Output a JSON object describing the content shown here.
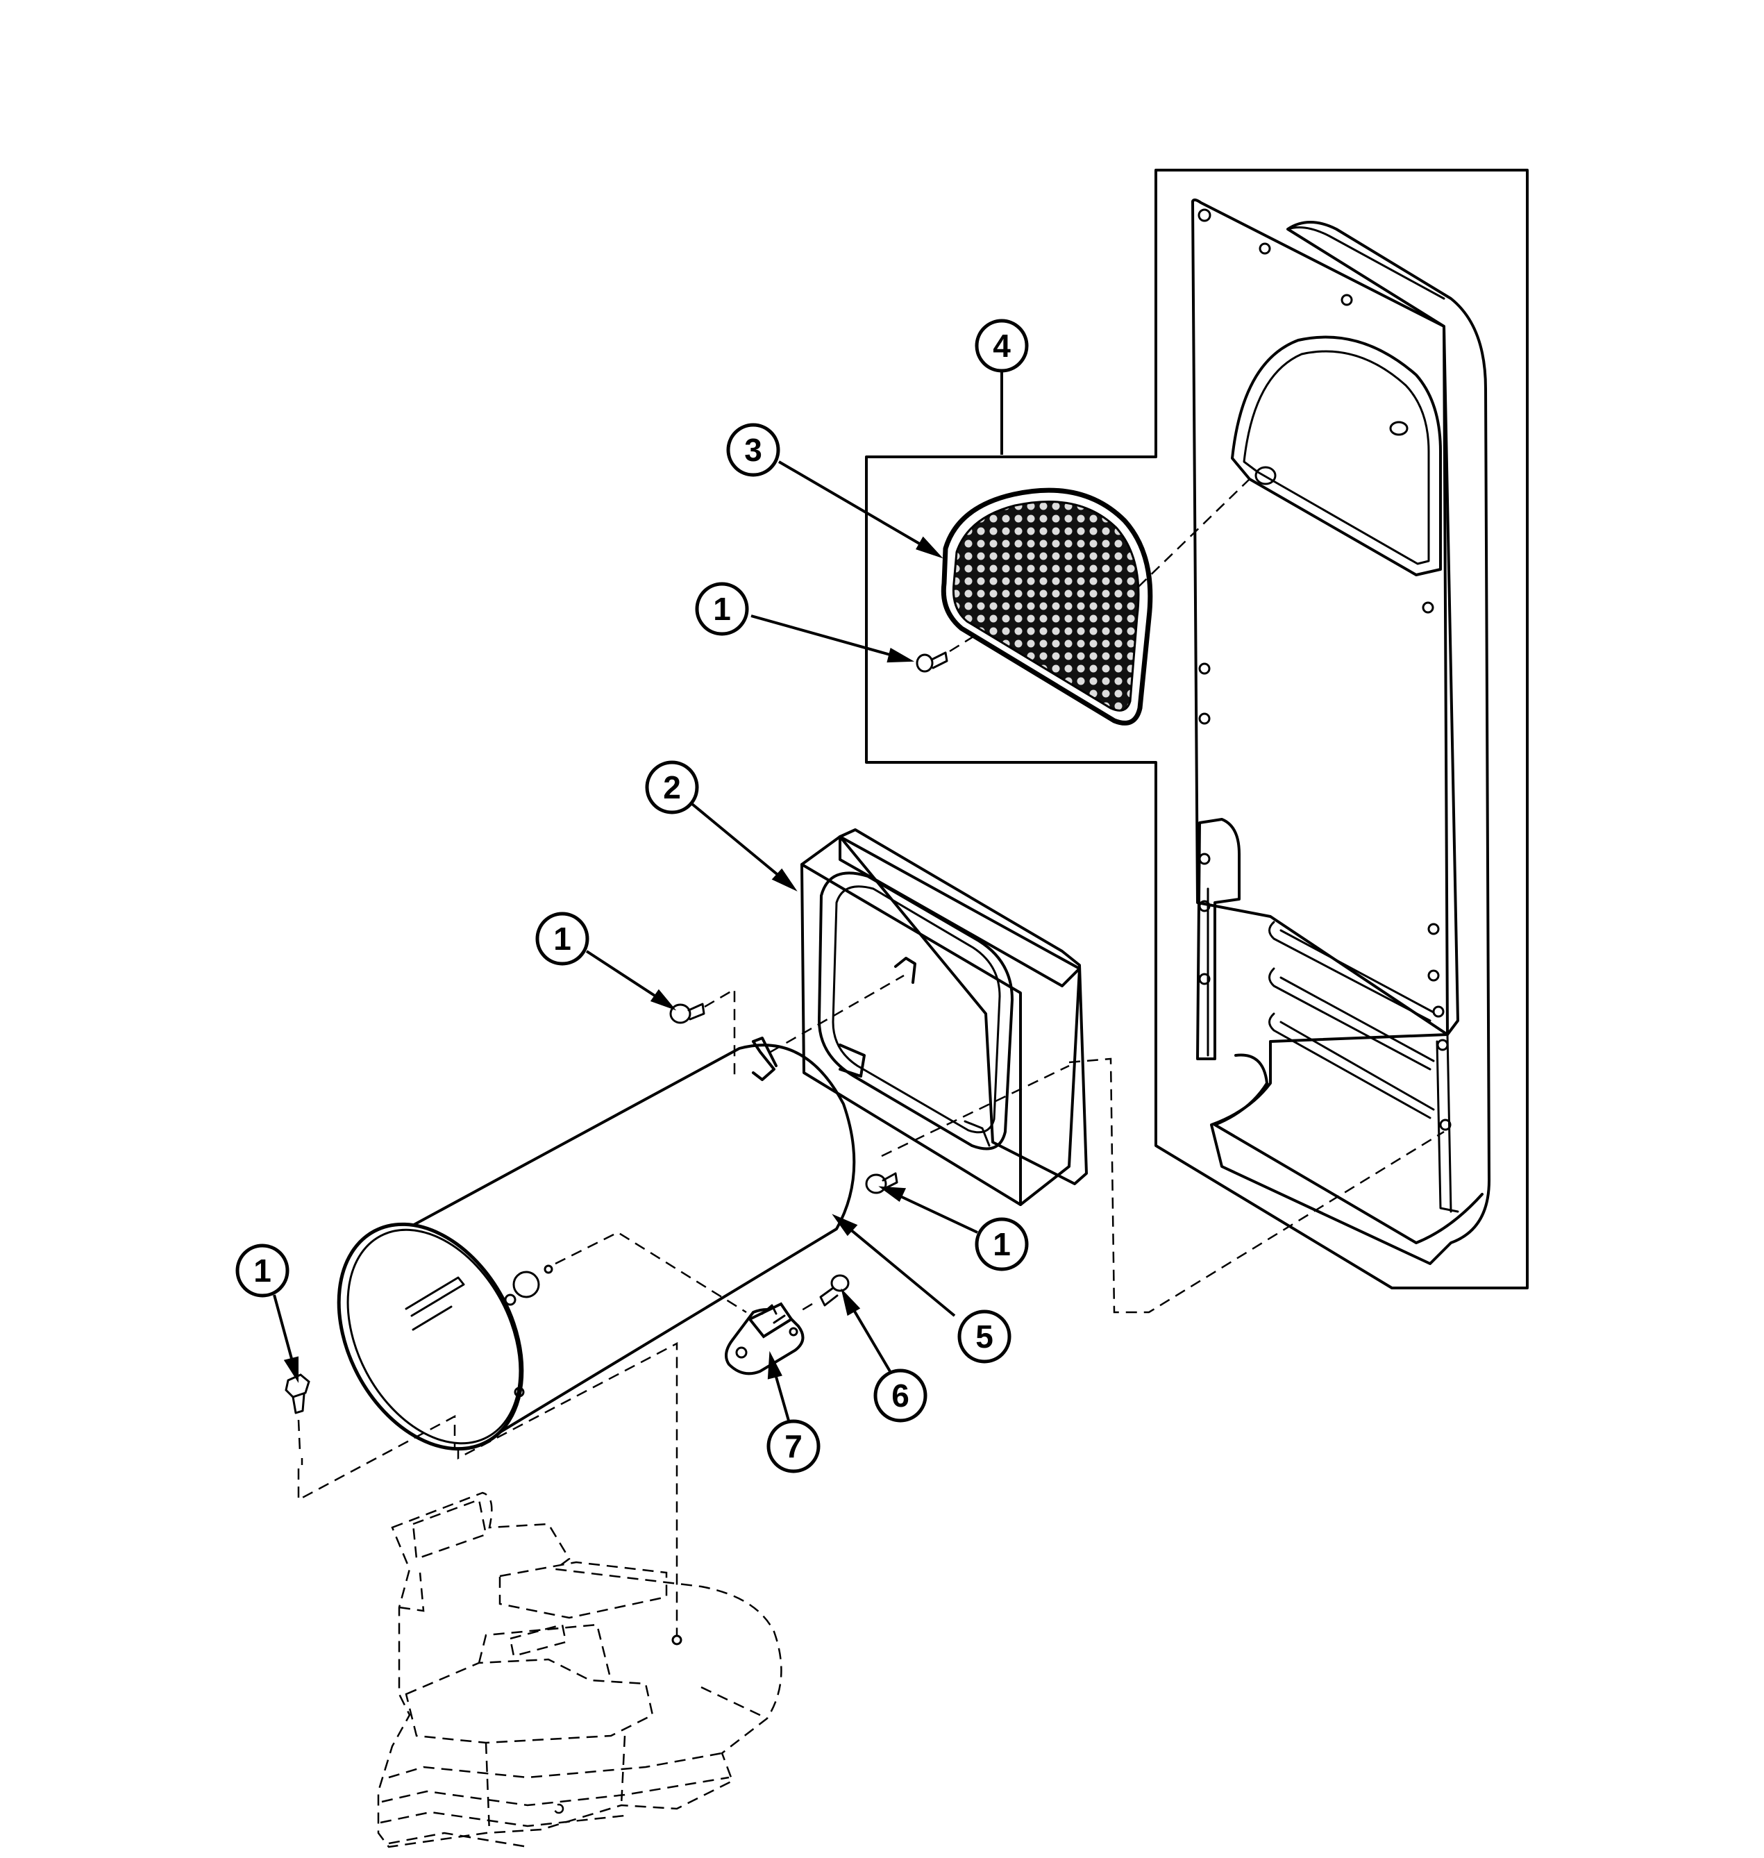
{
  "callouts": [
    {
      "id": "c4",
      "label": "4"
    },
    {
      "id": "c3",
      "label": "3"
    },
    {
      "id": "c1a",
      "label": "1"
    },
    {
      "id": "c2",
      "label": "2"
    },
    {
      "id": "c1b",
      "label": "1"
    },
    {
      "id": "c1c",
      "label": "1"
    },
    {
      "id": "c1d",
      "label": "1"
    },
    {
      "id": "c5",
      "label": "5"
    },
    {
      "id": "c6",
      "label": "6"
    },
    {
      "id": "c7",
      "label": "7"
    }
  ]
}
